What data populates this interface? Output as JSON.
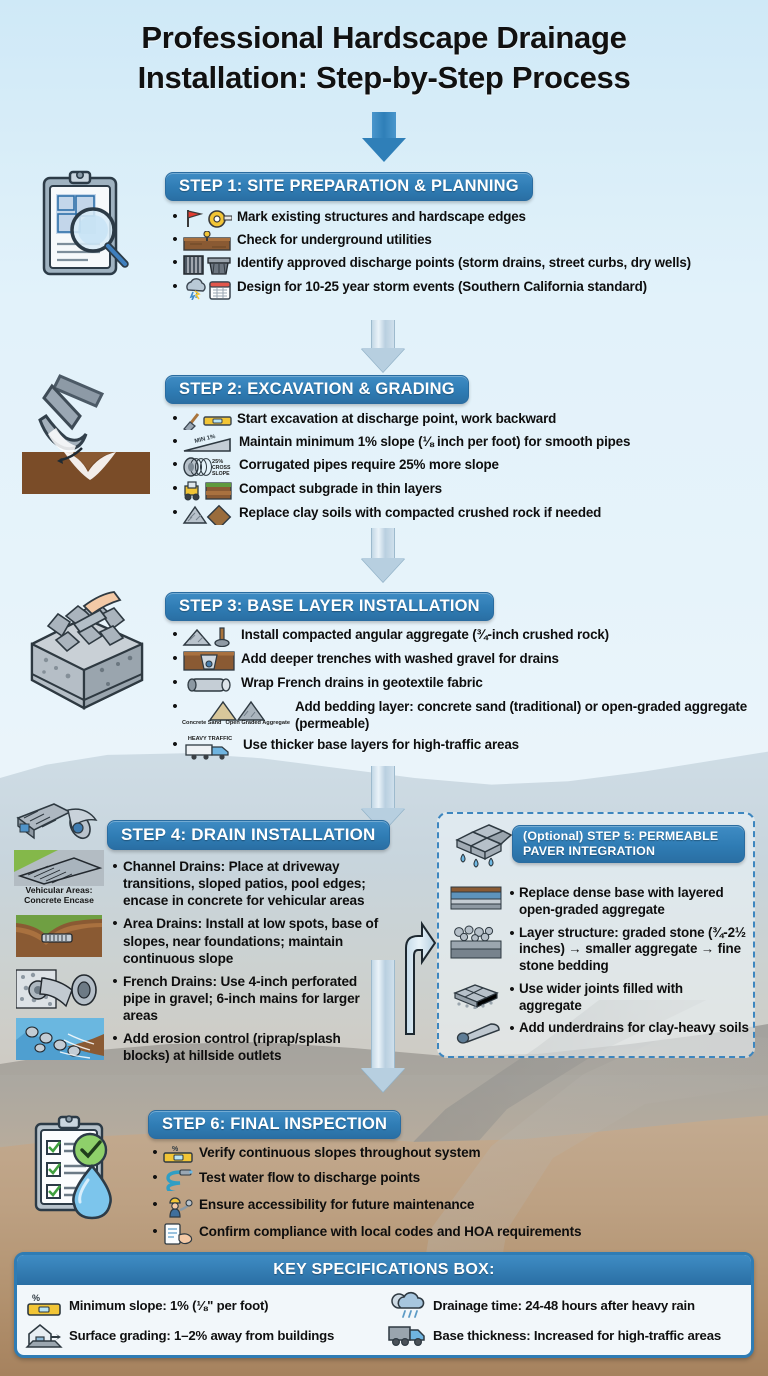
{
  "title": {
    "line1": "Professional Hardscape Drainage",
    "line2": "Installation: Step-by-Step Process"
  },
  "colors": {
    "banner_blue": "#2f7cb4",
    "banner_blue_light": "#3f8cc4",
    "arrow_blue": "#2f7fb8",
    "arrow_pale": "#b7cfe0",
    "dashed_border": "#3d86bf",
    "page_top_bg": "#cfe9f7",
    "terrain_brown": "#b2926f"
  },
  "steps": [
    {
      "id": "step-1",
      "header": "STEP 1: SITE PREPARATION & PLANNING",
      "illustration_name": "clipboard-blueprint-magnifier-illustration",
      "bullets": [
        {
          "icons": [
            "red-flag-icon",
            "tape-measure-icon"
          ],
          "text": "Mark existing structures and hardscape edges"
        },
        {
          "icons": [
            "underground-utility-marker-icon"
          ],
          "text": "Check for underground utilities"
        },
        {
          "icons": [
            "storm-drain-grate-icon",
            "street-curb-icon"
          ],
          "text": "Identify approved discharge points (storm drains, street curbs, dry wells)"
        },
        {
          "icons": [
            "storm-cloud-icon",
            "calendar-icon"
          ],
          "text": "Design for 10-25 year storm events (Southern California standard)"
        }
      ]
    },
    {
      "id": "step-2",
      "header": "STEP 2: EXCAVATION & GRADING",
      "illustration_name": "excavator-bucket-digging-illustration",
      "bullets": [
        {
          "icons": [
            "shovel-icon",
            "spirit-level-icon"
          ],
          "text": "Start excavation at discharge point, work backward"
        },
        {
          "icons": [
            "min-slope-wedge-icon"
          ],
          "text": "Maintain minimum 1% slope (⅛ inch per foot) for smooth pipes"
        },
        {
          "icons": [
            "corrugated-pipe-icon",
            "cross-slope-label-icon"
          ],
          "text": "Corrugated pipes require 25% more slope"
        },
        {
          "icons": [
            "compactor-machine-icon",
            "soil-layers-icon"
          ],
          "text": "Compact subgrade in thin layers"
        },
        {
          "icons": [
            "crushed-rock-pile-icon",
            "clay-soil-block-icon"
          ],
          "text": "Replace clay soils with compacted crushed rock if needed"
        }
      ]
    },
    {
      "id": "step-3",
      "header": "STEP 3: BASE LAYER INSTALLATION",
      "illustration_name": "aggregate-base-layer-cube-with-trowel-illustration",
      "bullets": [
        {
          "icons": [
            "aggregate-pile-icon",
            "tamper-icon"
          ],
          "text": "Install compacted angular aggregate (¾-inch crushed rock)"
        },
        {
          "icons": [
            "trench-cross-section-icon"
          ],
          "text": "Add deeper trenches with washed gravel for drains"
        },
        {
          "icons": [
            "geotextile-wrapped-pipe-icon"
          ],
          "text": "Wrap French drains in geotextile fabric"
        },
        {
          "icons": [
            "concrete-sand-cone-icon",
            "open-graded-aggregate-cone-icon"
          ],
          "text": "Add bedding layer: concrete sand (traditional) or open-graded aggregate (permeable)",
          "sub_labels": [
            "Concrete Sand",
            "Open Graded Aggregate"
          ]
        },
        {
          "icons": [
            "heavy-traffic-truck-icon"
          ],
          "text": "Use thicker base layers for high-traffic areas",
          "sub_labels": [
            "HEAVY TRAFFIC"
          ]
        }
      ]
    },
    {
      "id": "step-4",
      "header": "STEP 4: DRAIN INSTALLATION",
      "illustration_name": "channel-drain-and-pipe-illustration",
      "side_icons": [
        {
          "name": "channel-drain-pipe-icon",
          "caption": ""
        },
        {
          "name": "concrete-encase-drain-icon",
          "caption": "Vehicular Areas:\nConcrete Encase"
        },
        {
          "name": "area-drain-cross-section-icon",
          "caption": ""
        },
        {
          "name": "perforated-pipe-gravel-icon",
          "caption": ""
        },
        {
          "name": "riprap-erosion-control-icon",
          "caption": ""
        }
      ],
      "side_caption_line1": "Vehicular Areas:",
      "side_caption_line2": "Concrete Encase",
      "bullets": [
        {
          "icons": [],
          "text": "Channel Drains: Place at driveway transitions, sloped patios, pool edges; encase in concrete for vehicular areas"
        },
        {
          "icons": [],
          "text": "Area Drains: Install at low spots, base of slopes, near foundations; maintain continuous slope"
        },
        {
          "icons": [],
          "text": "French Drains: Use 4-inch perforated pipe in gravel; 6-inch mains for larger areas"
        },
        {
          "icons": [],
          "text": "Add erosion control (riprap/splash blocks) at hillside outlets"
        }
      ]
    },
    {
      "id": "step-5",
      "header": "(Optional) STEP 5: PERMEABLE PAVER INTEGRATION",
      "header_line1": "(Optional) STEP 5: PERMEABLE",
      "header_line2": "PAVER INTEGRATION",
      "optional": true,
      "illustration_name": "permeable-paver-with-water-drops-illustration",
      "bullets": [
        {
          "icons": [
            "layered-open-graded-base-icon"
          ],
          "text": "Replace dense base with layered open-graded aggregate"
        },
        {
          "icons": [
            "graded-stone-layers-icon"
          ],
          "text": "Layer structure: graded stone (¾-2½ inches) → smaller aggregate → fine stone bedding"
        },
        {
          "icons": [
            "wide-joint-paver-icon"
          ],
          "text": "Use wider joints filled with aggregate"
        },
        {
          "icons": [
            "underdrain-pipe-icon"
          ],
          "text": "Add underdrains for clay-heavy soils"
        }
      ]
    },
    {
      "id": "step-6",
      "header": "STEP 6: FINAL INSPECTION",
      "illustration_name": "checklist-clipboard-with-water-drop-illustration",
      "bullets": [
        {
          "icons": [
            "spirit-level-icon"
          ],
          "text": "Verify continuous slopes throughout system"
        },
        {
          "icons": [
            "garden-hose-water-flow-icon"
          ],
          "text": "Test water flow to discharge points"
        },
        {
          "icons": [
            "worker-maintenance-icon"
          ],
          "text": "Ensure accessibility for future maintenance"
        },
        {
          "icons": [
            "compliance-document-icon"
          ],
          "text": "Confirm compliance with local codes and HOA requirements"
        }
      ]
    }
  ],
  "spec_box": {
    "header": "KEY SPECIFICATIONS BOX:",
    "items": [
      {
        "icon": "spirit-level-percent-icon",
        "text": "Minimum slope: 1% (⅛\" per foot)"
      },
      {
        "icon": "rain-cloud-icon",
        "text": "Drainage time: 24-48 hours after heavy rain"
      },
      {
        "icon": "house-grading-icon",
        "text": "Surface grading: 1–2% away from buildings"
      },
      {
        "icon": "truck-icon",
        "text": "Base thickness: Increased for high-traffic areas"
      }
    ]
  }
}
